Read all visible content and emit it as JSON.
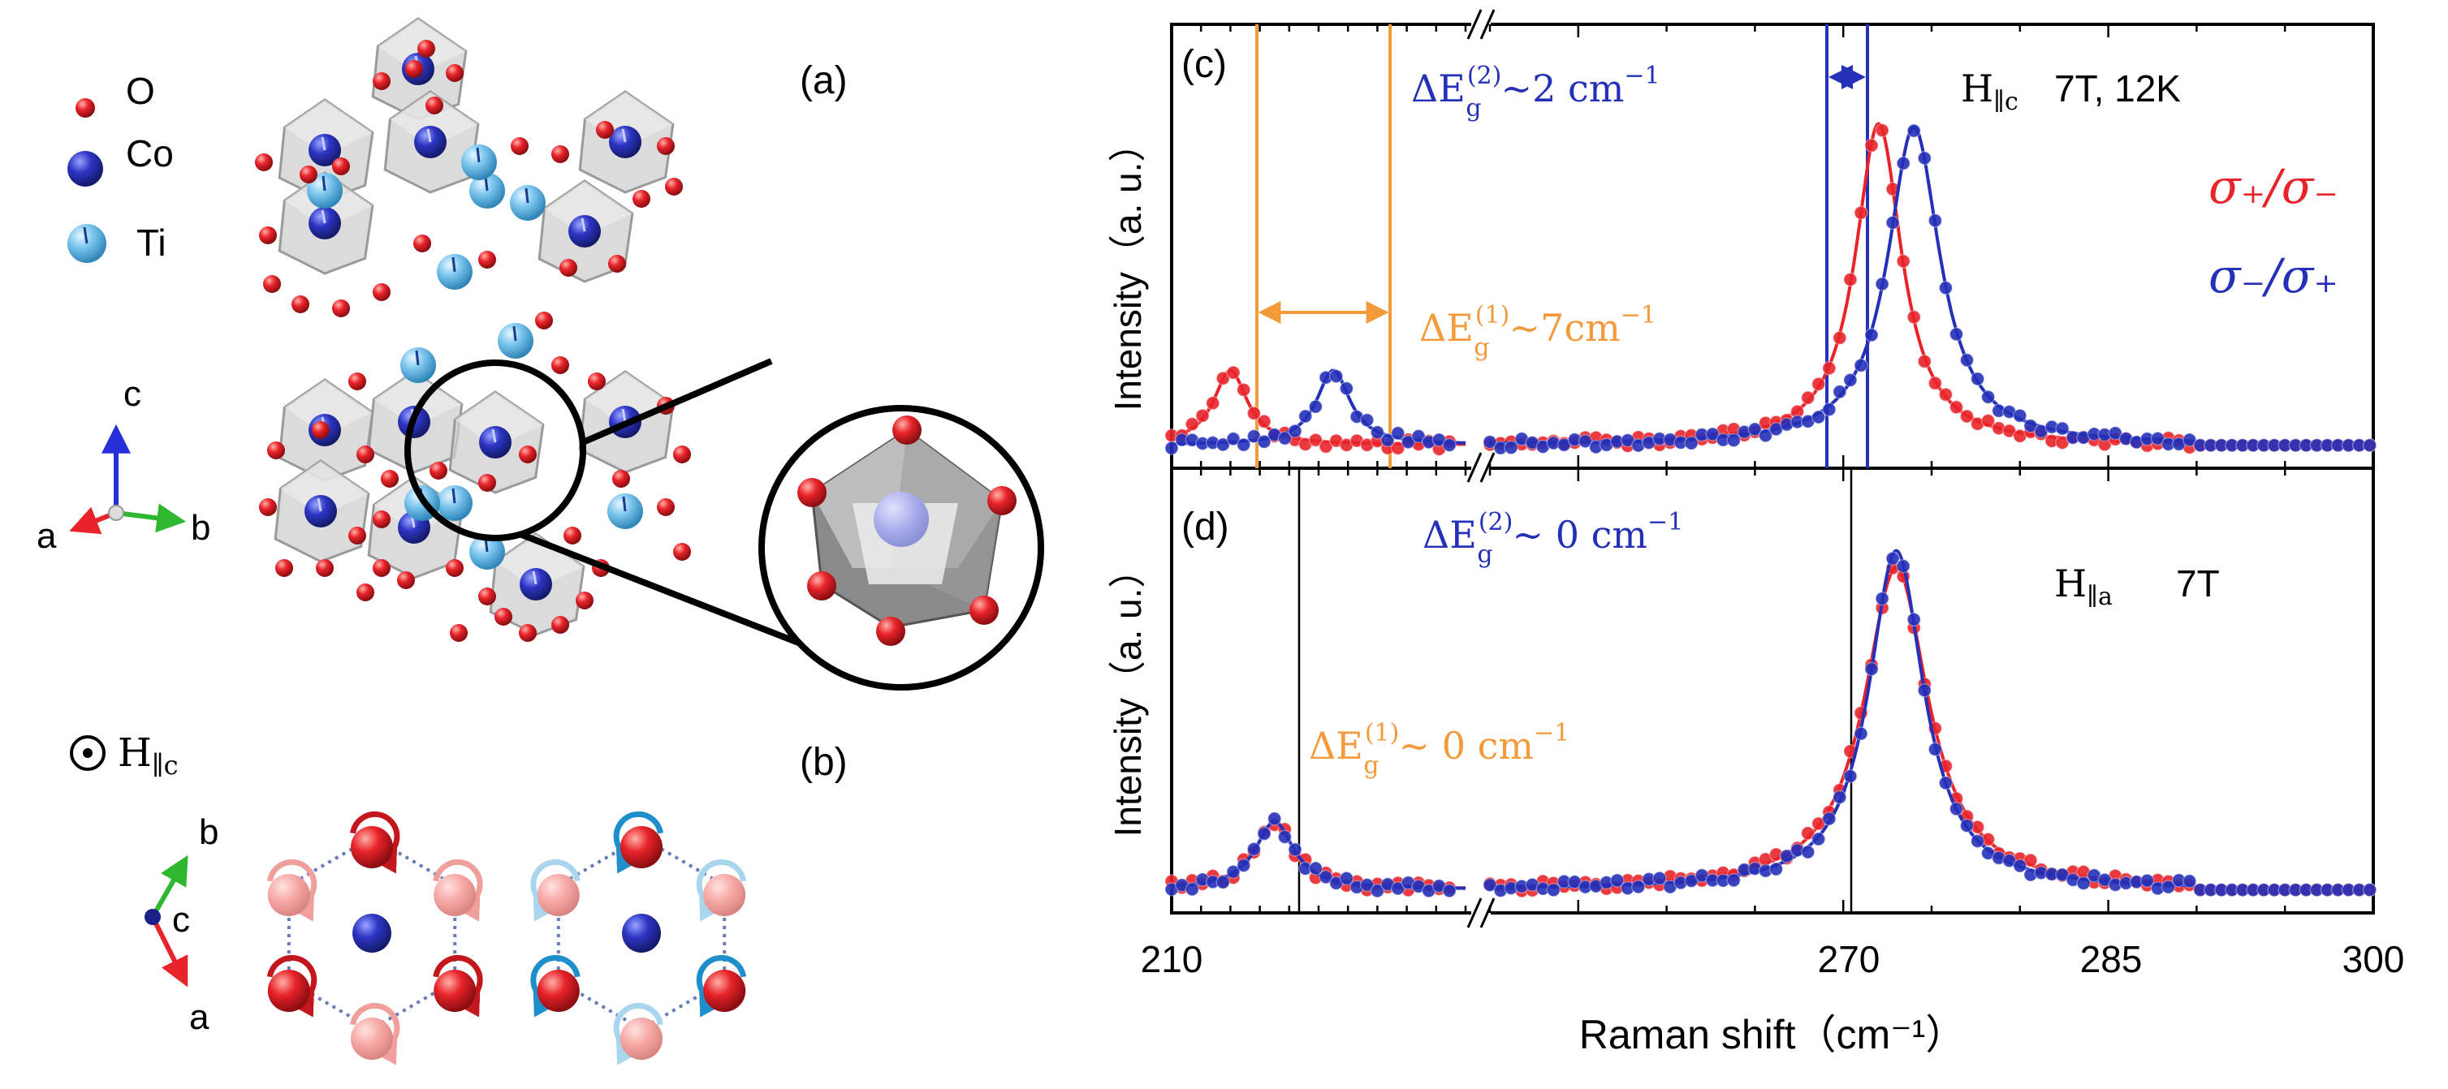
{
  "panels": {
    "a": "(a)",
    "b": "(b)",
    "c": "(c)",
    "d": "(d)"
  },
  "legend_atoms": {
    "o": "O",
    "co": "Co",
    "ti": "Ti"
  },
  "axes_struct": {
    "a": "a",
    "b": "b",
    "c": "c"
  },
  "field_b": "H",
  "field_b_sub": "∥c",
  "colors": {
    "red": "#e8232a",
    "blue": "#2530b8",
    "orange": "#f39a3a",
    "light_red": "#f5b3b0",
    "light_blue": "#9fd0ea",
    "cyan_arrow": "#2aa0d8"
  },
  "chart_data": [
    {
      "panel": "(c)",
      "type": "scatter",
      "annotations": {
        "field_label": "H",
        "field_sub": "∥c",
        "condition": "7T, 12K",
        "dEg2_label": "ΔE",
        "dEg2_sub": "g",
        "dEg2_sup": "(2)",
        "dEg2_value": "~2 cm",
        "dEg2_unit_exp": "−1",
        "dEg1_label": "ΔE",
        "dEg1_sub": "g",
        "dEg1_sup": "(1)",
        "dEg1_value": "~7cm",
        "dEg1_unit_exp": "−1",
        "legend1": "σ₊/σ₋",
        "legend2": "σ₋/σ₊"
      },
      "ylabel": "Intensity（a. u.）",
      "vlines_orange": [
        214,
        221
      ],
      "vlines_blue": [
        272,
        274
      ],
      "series": [
        {
          "name": "σ₊/σ₋",
          "color": "#e8232a",
          "peaks": [
            {
              "x": 214,
              "amplitude": 0.22,
              "width": 1.4
            },
            {
              "x": 272,
              "amplitude": 0.95,
              "width": 1.6
            }
          ]
        },
        {
          "name": "σ₋/σ₊",
          "color": "#2530b8",
          "peaks": [
            {
              "x": 221,
              "amplitude": 0.22,
              "width": 1.4
            },
            {
              "x": 274,
              "amplitude": 0.94,
              "width": 1.8
            }
          ]
        }
      ]
    },
    {
      "panel": "(d)",
      "type": "scatter",
      "annotations": {
        "field_label": "H",
        "field_sub": "∥a",
        "condition": "7T",
        "dEg2_label": "ΔE",
        "dEg2_sub": "g",
        "dEg2_sup": "(2)",
        "dEg2_value": "~ 0 cm",
        "dEg2_unit_exp": "−1",
        "dEg1_label": "ΔE",
        "dEg1_sub": "g",
        "dEg1_sup": "(1)",
        "dEg1_value": "~ 0 cm",
        "dEg1_unit_exp": "−1"
      },
      "ylabel": "Intensity（a. u.）",
      "vlines_black": [
        217,
        273
      ],
      "series": [
        {
          "name": "σ₊/σ₋",
          "color": "#e8232a",
          "peaks": [
            {
              "x": 217,
              "amplitude": 0.2,
              "width": 1.6
            },
            {
              "x": 273,
              "amplitude": 0.95,
              "width": 2.2
            }
          ]
        },
        {
          "name": "σ₋/σ₊",
          "color": "#2530b8",
          "peaks": [
            {
              "x": 217,
              "amplitude": 0.2,
              "width": 1.6
            },
            {
              "x": 273,
              "amplitude": 1.0,
              "width": 1.9
            }
          ]
        }
      ],
      "xlabel": "Raman shift（cm⁻¹）",
      "x_ticks": [
        "210",
        "270",
        "285",
        "300"
      ],
      "x_range_left": [
        210,
        230
      ],
      "x_range_right": [
        250,
        300
      ]
    }
  ]
}
